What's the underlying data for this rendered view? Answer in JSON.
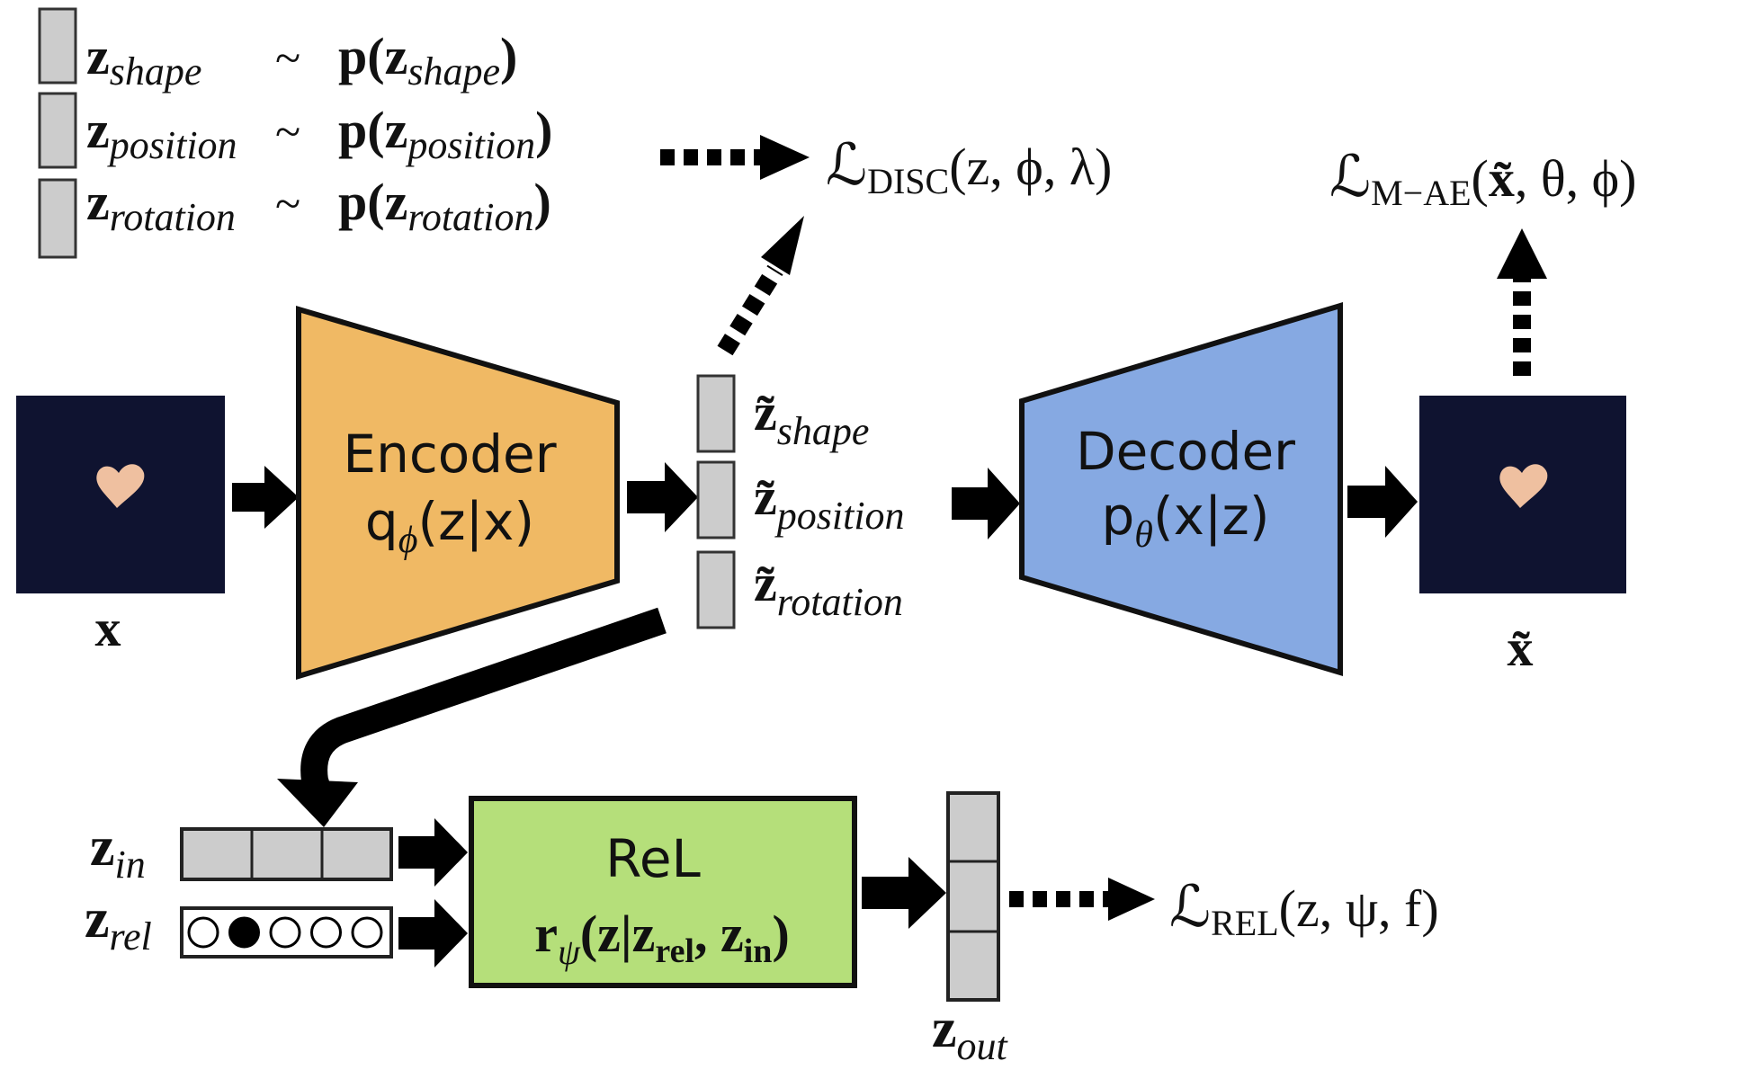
{
  "priors": [
    {
      "var": "z",
      "sub": "shape",
      "tilde": "~",
      "prior": "p(z",
      "prior_sub": "shape",
      "close": ")"
    },
    {
      "var": "z",
      "sub": "position",
      "tilde": "~",
      "prior": "p(z",
      "prior_sub": "position",
      "close": ")"
    },
    {
      "var": "z",
      "sub": "rotation",
      "tilde": "~",
      "prior": "p(z",
      "prior_sub": "rotation",
      "close": ")"
    }
  ],
  "losses": {
    "disc": {
      "script": "ℒ",
      "sub": "DISC",
      "args": "(z, ϕ, λ)"
    },
    "mae": {
      "script": "ℒ",
      "sub": "M−AE",
      "args_open": "(",
      "args_var": "x̃",
      "args_rest": ", θ, ϕ)"
    },
    "rel": {
      "script": "ℒ",
      "sub": "REL",
      "args": "(z, ψ, f)"
    }
  },
  "encoder": {
    "title": "Encoder",
    "fn": "q",
    "fn_sub": "ϕ",
    "fn_args": "(z|x)",
    "color": "#f0b964"
  },
  "decoder": {
    "title": "Decoder",
    "fn": "p",
    "fn_sub": "θ",
    "fn_args": "(x|z)",
    "color": "#86a9e2"
  },
  "rel_module": {
    "title": "ReL",
    "fn": "r",
    "fn_sub": "ψ",
    "fn_args_open": "(z|z",
    "fn_args_sub1": "rel",
    "fn_args_mid": ", z",
    "fn_args_sub2": "in",
    "fn_args_close": ")",
    "color": "#b5df7a"
  },
  "latents": [
    {
      "var": "z̃",
      "sub": "shape"
    },
    {
      "var": "z̃",
      "sub": "position"
    },
    {
      "var": "z̃",
      "sub": "rotation"
    }
  ],
  "input_label": "x",
  "output_label": "x̃",
  "z_in": {
    "var": "z",
    "sub": "in"
  },
  "z_rel": {
    "var": "z",
    "sub": "rel",
    "slots": [
      false,
      true,
      false,
      false,
      false
    ]
  },
  "z_out": {
    "var": "z",
    "sub": "out"
  },
  "colors": {
    "latent_cell": "#cccccc",
    "image_bg": "#0f1330",
    "heart": "#efc0a0"
  }
}
